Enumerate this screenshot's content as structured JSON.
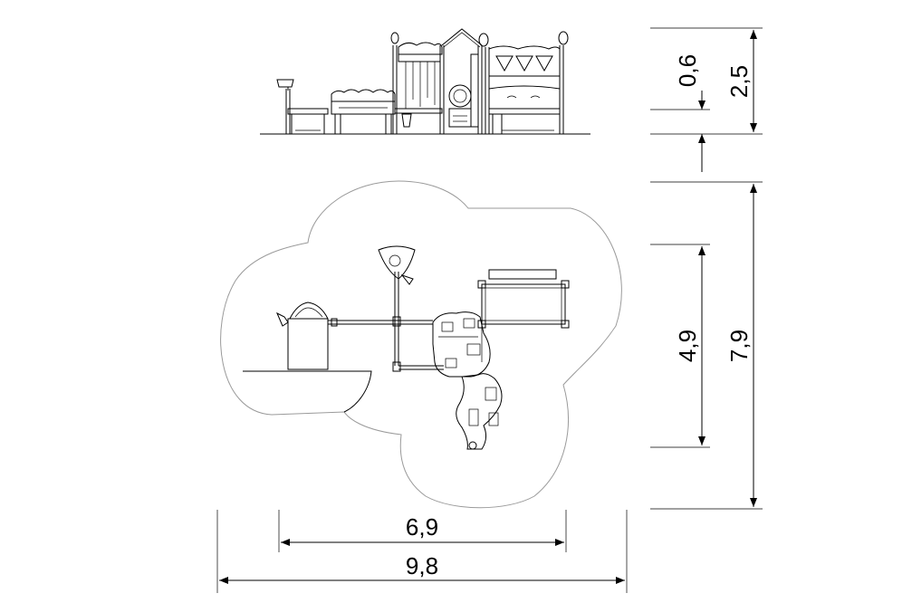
{
  "drawing": {
    "dimensions": {
      "overall_length": "9,8",
      "equipment_length": "6,9",
      "overall_width": "7,9",
      "equipment_width": "4,9",
      "overall_height": "2,5",
      "platform_height": "0,6"
    }
  }
}
